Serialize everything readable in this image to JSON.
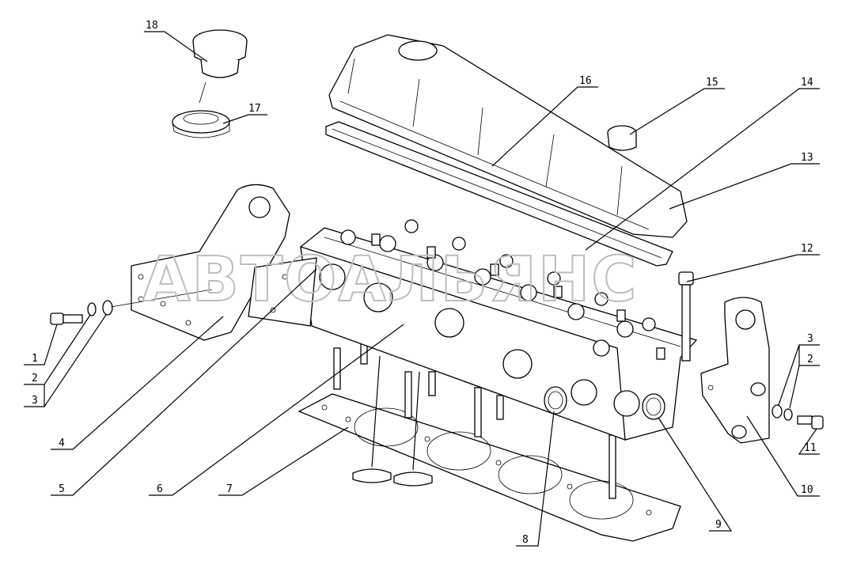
{
  "watermark": "АВТОАЛЬЯНС",
  "callouts": [
    {
      "id": "c1",
      "label": "1"
    },
    {
      "id": "c2",
      "label": "2"
    },
    {
      "id": "c3",
      "label": "3"
    },
    {
      "id": "c4",
      "label": "4"
    },
    {
      "id": "c5",
      "label": "5"
    },
    {
      "id": "c6",
      "label": "6"
    },
    {
      "id": "c7",
      "label": "7"
    },
    {
      "id": "c8",
      "label": "8"
    },
    {
      "id": "c9",
      "label": "9"
    },
    {
      "id": "c10",
      "label": "10"
    },
    {
      "id": "c11",
      "label": "11"
    },
    {
      "id": "c12",
      "label": "12"
    },
    {
      "id": "c13",
      "label": "13"
    },
    {
      "id": "c14",
      "label": "14"
    },
    {
      "id": "c15",
      "label": "15"
    },
    {
      "id": "c16",
      "label": "16"
    },
    {
      "id": "c17",
      "label": "17"
    },
    {
      "id": "c18",
      "label": "18"
    },
    {
      "id": "c2r",
      "label": "2"
    },
    {
      "id": "c3r",
      "label": "3"
    }
  ]
}
